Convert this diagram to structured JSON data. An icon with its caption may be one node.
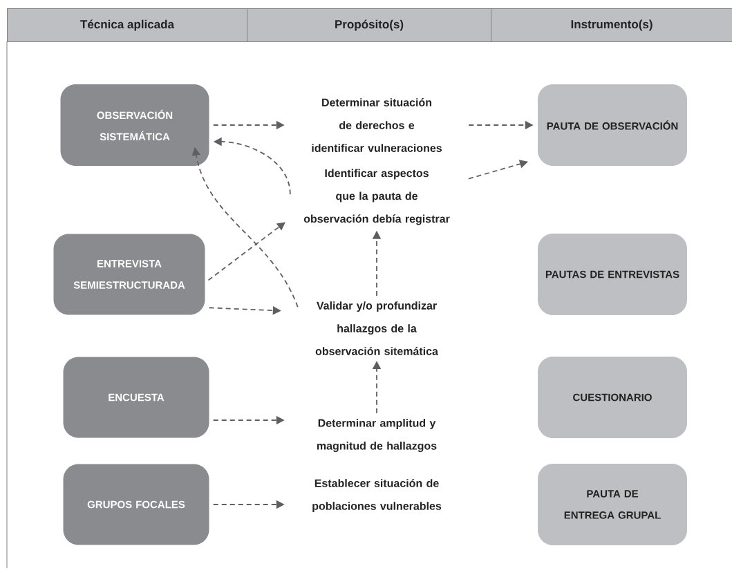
{
  "diagram": {
    "nodes": [
      {
        "text": [
          "OBSERVACIÓN SISTEMÁTICA"
        ]
      },
      {
        "text": [
          "ENTREVISTA SEMIESTRUCTURADA"
        ]
      },
      {
        "text": [
          "ENCUESTA"
        ]
      },
      {
        "text": [
          "GRUPOS FOCALES"
        ]
      },
      {
        "text": [
          "Determinar situación de derechos e identificar vulneraciones"
        ]
      },
      {
        "text": [
          "Identificar aspectos que la pauta de observación debía registrar"
        ]
      },
      {
        "text": [
          "Validar y/o profundizar hallazgos de la observación sitemática"
        ]
      },
      {
        "text": [
          "Determinar amplitud y magnitud de hallazgos"
        ]
      },
      {
        "text": [
          "Establecer situación de poblaciones vulnerables"
        ]
      },
      {
        "text": [
          "PAUTA DE OBSERVACIÓN"
        ]
      },
      {
        "text": [
          "PAUTAS DE ENTREVISTAS"
        ]
      },
      {
        "text": [
          "CUESTIONARIO"
        ]
      },
      {
        "text": [
          "PAUTA DE ENTREGA GRUPAL"
        ]
      }
    ],
    "edges": [
      {
        "from": 0,
        "to": 4,
        "arrow": "to",
        "style": "dashed"
      },
      {
        "from": 4,
        "to": 9,
        "arrow": "to",
        "style": "dashed"
      },
      {
        "from": 5,
        "to": 0,
        "arrow": "to",
        "style": "dashed"
      },
      {
        "from": 5,
        "to": 9,
        "arrow": "to",
        "style": "dashed"
      },
      {
        "from": 1,
        "to": 5,
        "arrow": "to",
        "style": "dashed"
      },
      {
        "from": 6,
        "to": 0,
        "arrow": "to",
        "style": "dashed"
      },
      {
        "from": 1,
        "to": 6,
        "arrow": "to",
        "style": "dashed"
      },
      {
        "from": 6,
        "to": 5,
        "arrow": "to",
        "style": "dashed"
      },
      {
        "from": 2,
        "to": 7,
        "arrow": "to",
        "style": "dashed"
      },
      {
        "from": 7,
        "to": 6,
        "arrow": "to",
        "style": "dashed"
      },
      {
        "from": 3,
        "to": 8,
        "arrow": "to",
        "style": "dashed"
      }
    ],
    "labels": [
      "Técnica aplicada",
      "Propósito(s)",
      "Instrumento(s)"
    ]
  }
}
